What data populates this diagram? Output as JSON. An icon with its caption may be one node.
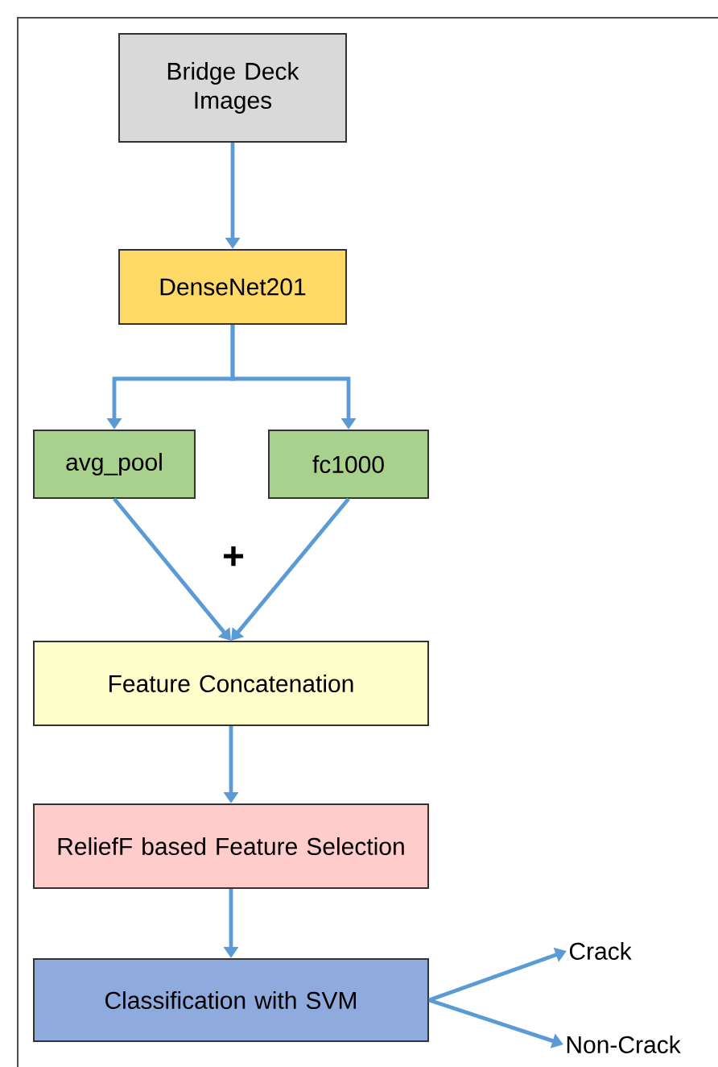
{
  "diagram": {
    "nodes": [
      {
        "text": [
          "Bridge Deck Images"
        ]
      },
      {
        "text": [
          "DenseNet201"
        ]
      },
      {
        "text": [
          "avg_pool"
        ]
      },
      {
        "text": [
          "fc1000"
        ]
      },
      {
        "text": [
          "Feature Concatenation"
        ]
      },
      {
        "text": [
          "ReliefF based Feature Selection"
        ]
      },
      {
        "text": [
          "Classification with SVM"
        ]
      },
      {
        "text": [
          "Crack"
        ]
      },
      {
        "text": [
          "Non-Crack"
        ]
      }
    ],
    "edges": [
      {
        "from": 0,
        "to": 1,
        "arrow": "to"
      },
      {
        "from": 1,
        "to": 2,
        "arrow": "to"
      },
      {
        "from": 1,
        "to": 3,
        "arrow": "to"
      },
      {
        "from": 2,
        "to": 4,
        "arrow": "to"
      },
      {
        "from": 3,
        "to": 4,
        "arrow": "to"
      },
      {
        "from": 4,
        "to": 5,
        "arrow": "to"
      },
      {
        "from": 5,
        "to": 6,
        "arrow": "to"
      },
      {
        "from": 6,
        "to": 7,
        "arrow": "to"
      },
      {
        "from": 6,
        "to": 8,
        "arrow": "to"
      }
    ],
    "labels": [
      "+"
    ]
  }
}
